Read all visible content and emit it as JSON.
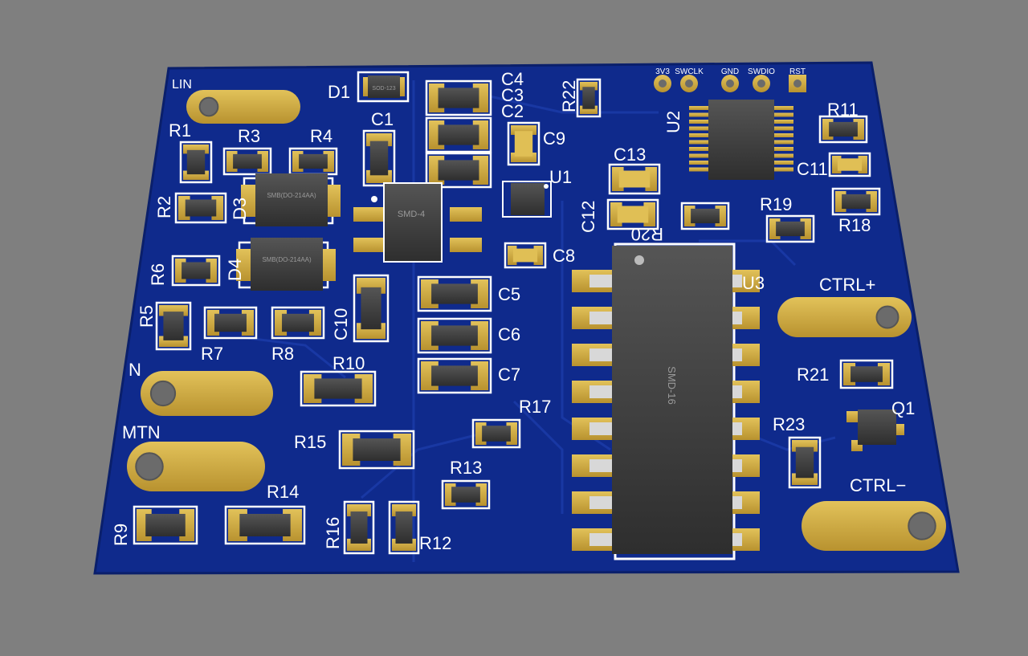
{
  "colors": {
    "background": "#7f7f7f",
    "board": "#0f2a8c",
    "board_edge": "#0a1f6b",
    "trace": "#1b3aa6",
    "pad": "#c9a43f",
    "pad_light": "#e0bf55",
    "silkscreen": "#ffffff",
    "component_body": "#3a3a3a",
    "component_top": "#4a4a4a",
    "chip_text": "#9a9a9a",
    "hole": "#6b6b6b"
  },
  "board": {
    "connector_labels": [
      "LIN",
      "N",
      "MTN",
      "CTRL+",
      "CTRL−"
    ],
    "header_pins": [
      "3V3",
      "SWCLK",
      "GND",
      "SWDIO",
      "RST"
    ]
  },
  "designators": {
    "resistors": [
      "R1",
      "R2",
      "R3",
      "R4",
      "R5",
      "R6",
      "R7",
      "R8",
      "R9",
      "R10",
      "R11",
      "R12",
      "R13",
      "R14",
      "R15",
      "R16",
      "R17",
      "R18",
      "R19",
      "R20",
      "R21",
      "R22",
      "R23"
    ],
    "capacitors": [
      "C1",
      "C2",
      "C3",
      "C4",
      "C5",
      "C6",
      "C7",
      "C8",
      "C9",
      "C10",
      "C11",
      "C12",
      "C13"
    ],
    "diodes": [
      "D1",
      "D3",
      "D4"
    ],
    "ics": [
      "U1",
      "U2",
      "U3"
    ],
    "transistors": [
      "Q1"
    ]
  },
  "package_markings": {
    "d3": "SMB(DO-214AA)",
    "d4": "SMB(DO-214AA)",
    "bridge": "SMD-4",
    "u3": "SMD-16",
    "d1": "SOD-123"
  }
}
